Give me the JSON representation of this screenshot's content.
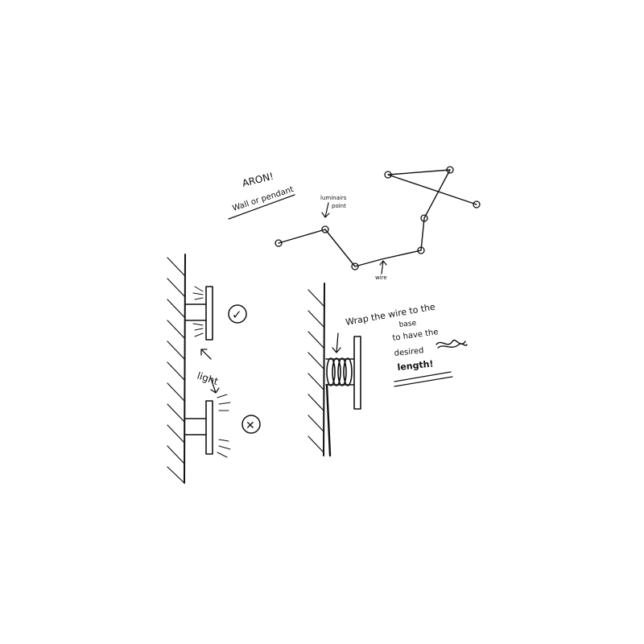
{
  "title": "ARON!",
  "subtitle": "Wall or pendant",
  "labels": {
    "luminaire_point": [
      "luminairs",
      "point"
    ],
    "wire": "wire",
    "light": "light",
    "instruction": [
      "Wrap the wire to the",
      "base",
      "to have the",
      "desired",
      "length!"
    ]
  },
  "marks": {
    "correct": "✓",
    "wrong": "✕"
  },
  "colors": {
    "ink": "#111111",
    "paper": "#ffffff"
  }
}
